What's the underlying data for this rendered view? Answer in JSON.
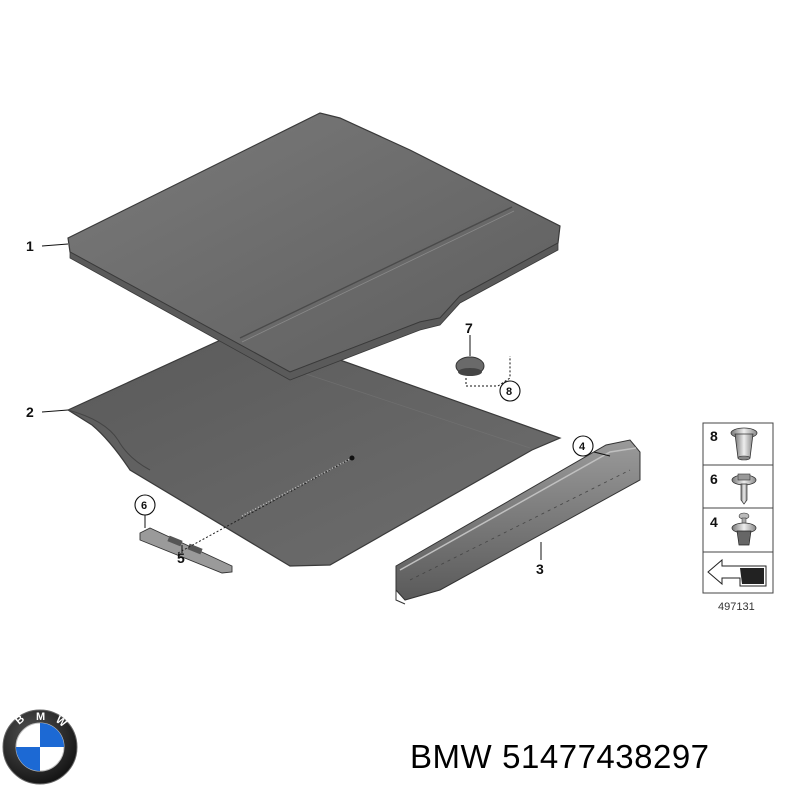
{
  "parts": [
    {
      "number": "1",
      "label": "1"
    },
    {
      "number": "2",
      "label": "2"
    },
    {
      "number": "3",
      "label": "3"
    },
    {
      "number": "4",
      "label": "4"
    },
    {
      "number": "5",
      "label": "5"
    },
    {
      "number": "6",
      "label": "6"
    },
    {
      "number": "7",
      "label": "7"
    },
    {
      "number": "8",
      "label": "8"
    }
  ],
  "legend": {
    "items": [
      {
        "number": "8",
        "part": "grommet-icon"
      },
      {
        "number": "6",
        "part": "screw-icon"
      },
      {
        "number": "4",
        "part": "clip-icon"
      }
    ],
    "reference_code": "497131"
  },
  "caption": {
    "brand": "BMW",
    "part_number": "51477438297"
  },
  "colors": {
    "panel": "#6b6b6b",
    "panel_dark": "#4a4a4a",
    "panel_edge": "#8a8a8a",
    "logo_blue": "#1c69d4",
    "logo_ring": "#1a1a1a"
  }
}
